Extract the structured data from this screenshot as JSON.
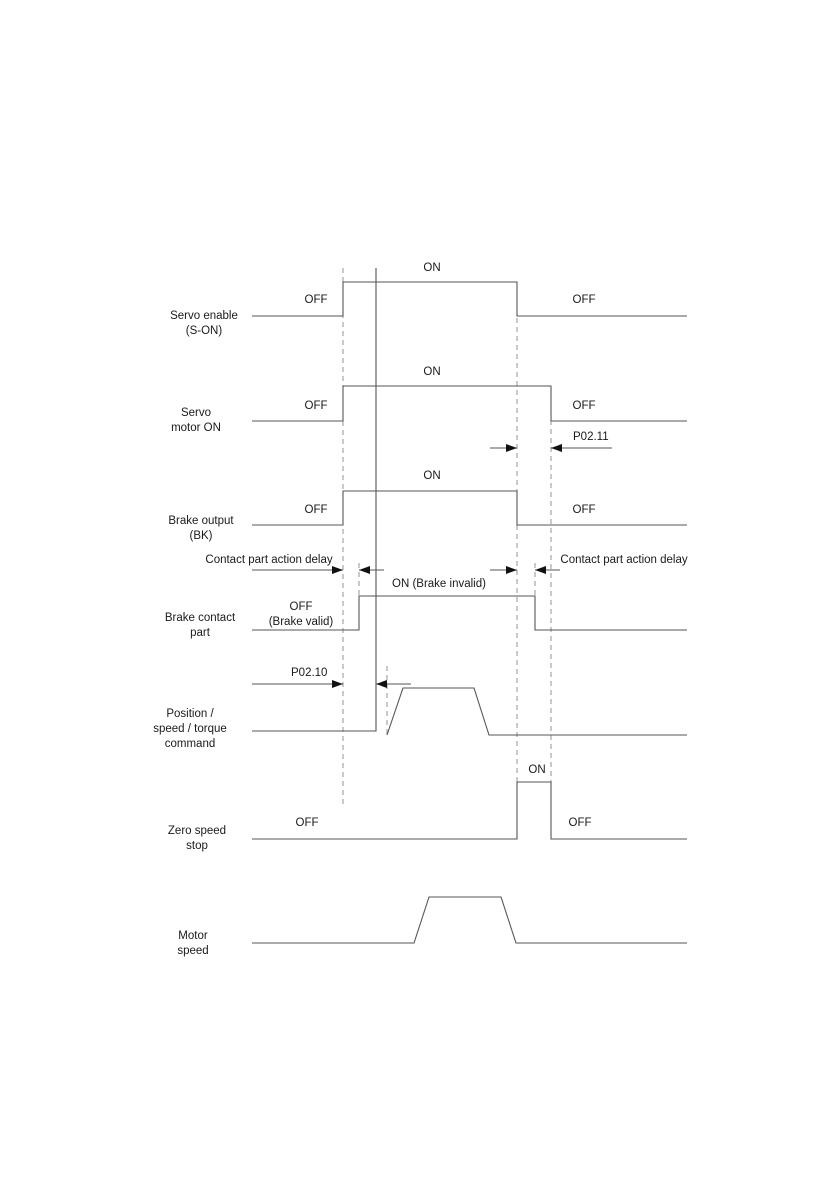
{
  "signals": {
    "servo_enable": {
      "name_line1": "Servo enable",
      "name_line2": "(S-ON)",
      "off_left": "OFF",
      "on": "ON",
      "off_right": "OFF"
    },
    "servo_motor_on": {
      "name_line1": "Servo",
      "name_line2": "motor ON",
      "off_left": "OFF",
      "on": "ON",
      "off_right": "OFF",
      "param": "P02.11"
    },
    "brake_output": {
      "name_line1": "Brake output",
      "name_line2": "(BK)",
      "off_left": "OFF",
      "on": "ON",
      "off_right": "OFF"
    },
    "brake_contact": {
      "name_line1": "Brake contact",
      "name_line2": "part",
      "delay_left": "Contact part action delay",
      "delay_right": "Contact part action delay",
      "off_line1": "OFF",
      "off_line2": "(Brake valid)",
      "on": "ON (Brake invalid)"
    },
    "command": {
      "name_line1": "Position /",
      "name_line2": "speed / torque",
      "name_line3": "command",
      "param": "P02.10"
    },
    "zero_speed": {
      "name_line1": "Zero speed",
      "name_line2": "stop",
      "off_left": "OFF",
      "on": "ON",
      "off_right": "OFF"
    },
    "motor_speed": {
      "name_line1": "Motor",
      "name_line2": "speed"
    }
  }
}
